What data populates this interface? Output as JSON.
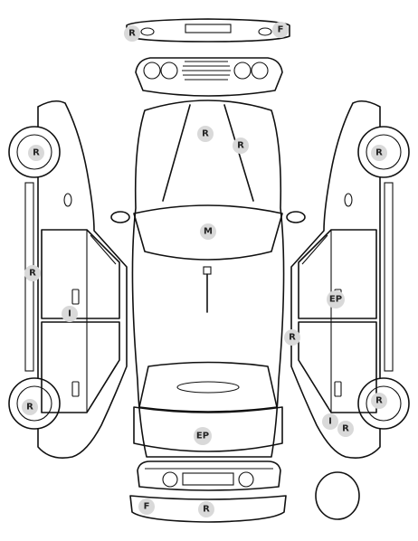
{
  "marker_color": "#d9d9d9",
  "line_color": "#111111",
  "views": {
    "front_bumper": {
      "markers": {
        "left": "R",
        "right": "F"
      }
    },
    "roof_top": {
      "markers": {
        "hood_left": "R",
        "hood_right": "R",
        "windshield": "M",
        "trunk": "EP"
      }
    },
    "left_side": {
      "markers": {
        "front_wheel": "R",
        "rocker": "R",
        "door": "I",
        "rear_wheel": "R"
      }
    },
    "right_side": {
      "markers": {
        "front_wheel": "R",
        "door": "EP",
        "rocker": "R",
        "rear_wheel": "R",
        "rear_lower_a": "I",
        "rear_lower_b": "R"
      }
    },
    "rear_bumper": {
      "markers": {
        "left": "F",
        "center": "R"
      }
    }
  }
}
